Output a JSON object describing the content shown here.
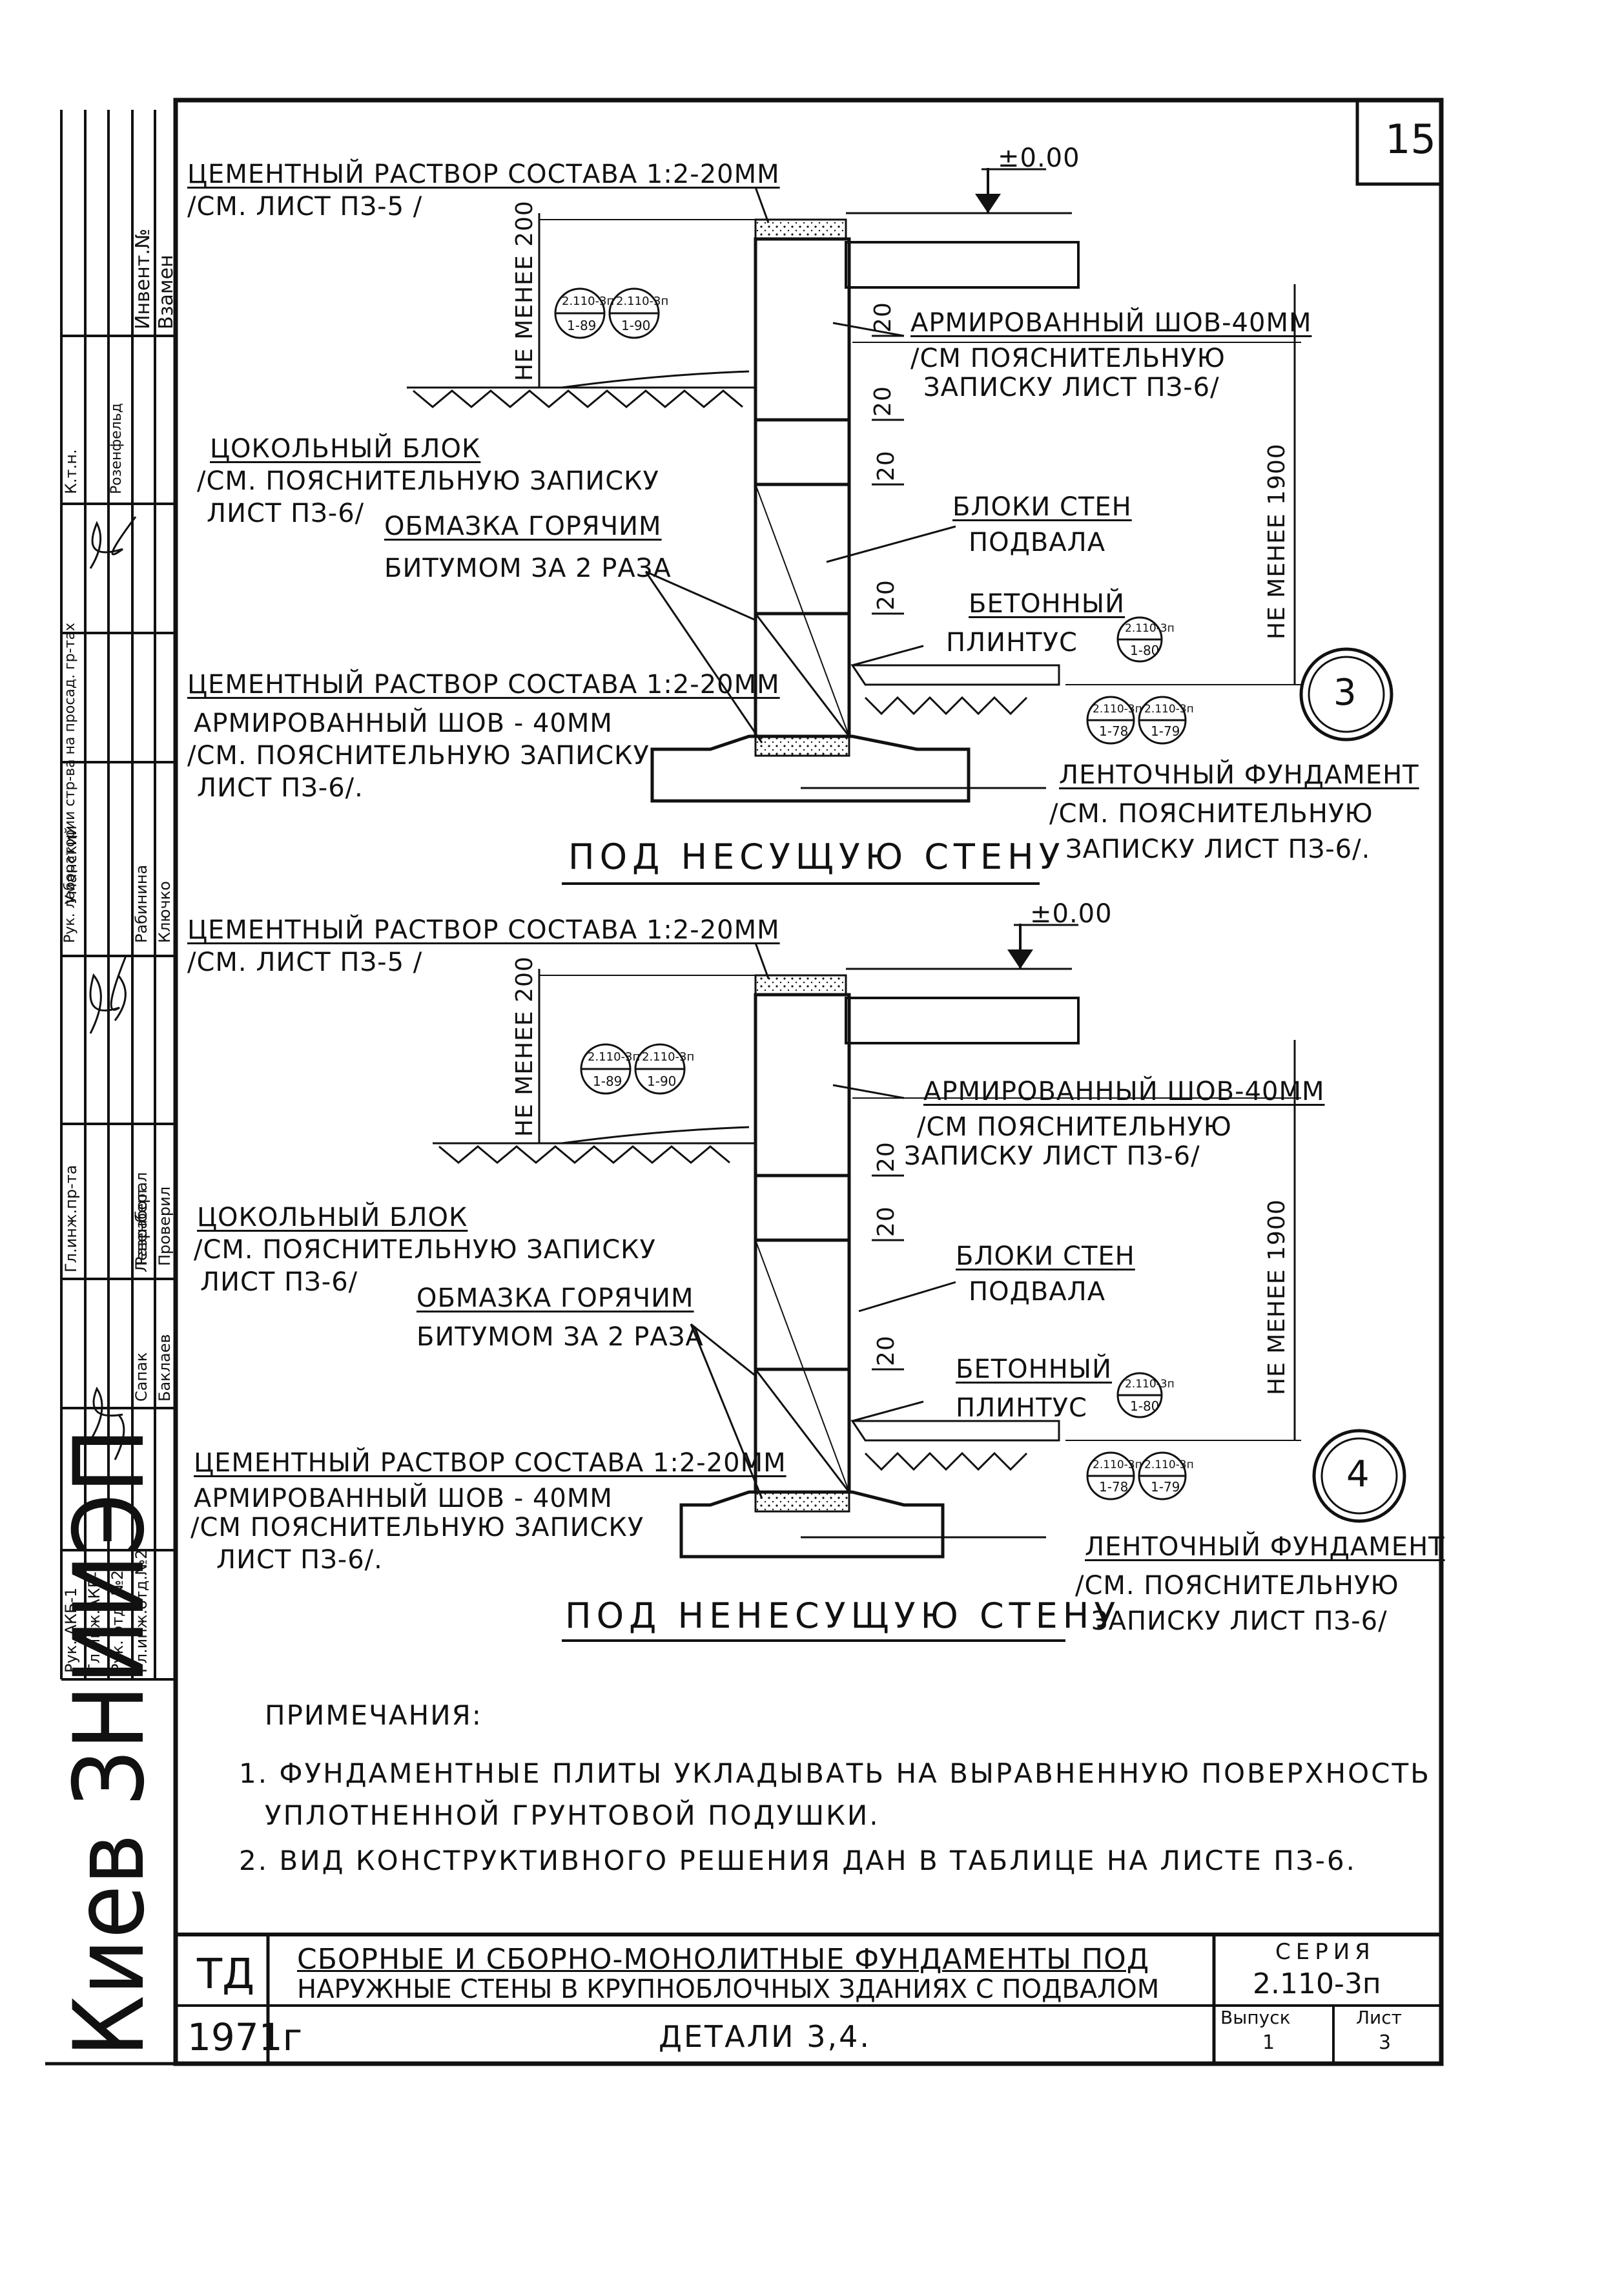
{
  "sheet_number": "15",
  "side_block": {
    "org": "Киев ЗНИИЭП",
    "left_col": [
      "Рук. АКБ-1",
      "Гл.инж.АКБ-1",
      "Рук. отд. №2",
      "Гл.инж.отд.№2"
    ],
    "mid_col": [
      "Гл.инж.пр-та",
      "Рук. лаборатории стр-ва на просад. гр-тах",
      "К.т.н."
    ],
    "names_upper": [
      "Сапак",
      "Левенберг",
      "Баклаев"
    ],
    "names_lower": [
      "Уманский",
      "Разработал",
      "Проверил",
      "Рабинина",
      "Ключко"
    ],
    "top_cells": [
      "Инвент.№",
      "Взамен",
      "Розенфельд"
    ]
  },
  "detail3": {
    "level_mark": "±0.00",
    "label_mortar_top": "ЦЕМЕНТНЫЙ РАСТВОР СОСТАВА 1:2-20ММ",
    "label_mortar_top_ref": "/СМ. ЛИСТ ПЗ-5 /",
    "dim_min_200": "НЕ МЕНЕЕ 200",
    "ref_circles_top": [
      {
        "num": "2.110-3п",
        "sheet": "1-89"
      },
      {
        "num": "2.110-3п",
        "sheet": "1-90"
      }
    ],
    "dim_20": "20",
    "label_reinforced_joint": "АРМИРОВАННЫЙ ШОВ-40ММ",
    "label_reinforced_joint_ref1": "/СМ ПОЯСНИТЕЛЬНУЮ",
    "label_reinforced_joint_ref2": "ЗАПИСКУ ЛИСТ ПЗ-6/",
    "label_plinth_block": "ЦОКОЛЬНЫЙ БЛОК",
    "label_plinth_block_ref1": "/СМ. ПОЯСНИТЕЛЬНУЮ ЗАПИСКУ",
    "label_plinth_block_ref2": "ЛИСТ ПЗ-6/",
    "label_bitumen1": "ОБМАЗКА ГОРЯЧИМ",
    "label_bitumen2": "БИТУМОМ ЗА 2 РАЗА",
    "label_wall_blocks1": "БЛОКИ СТЕН",
    "label_wall_blocks2": "ПОДВАЛА",
    "label_concrete_plinth1": "БЕТОННЫЙ",
    "label_concrete_plinth2": "ПЛИНТУС",
    "ref_circle_plinth": {
      "num": "2.110-3п",
      "sheet": "1-80"
    },
    "dim_min_1900": "НЕ МЕНЕЕ 1900",
    "detail_number": "3",
    "label_mortar_bottom": "ЦЕМЕНТНЫЙ РАСТВОР СОСТАВА 1:2-20ММ",
    "label_reinforced_bottom": "АРМИРОВАННЫЙ ШОВ - 40ММ",
    "label_reinforced_bottom_ref1": "/СМ. ПОЯСНИТЕЛЬНУЮ ЗАПИСКУ",
    "label_reinforced_bottom_ref2": "ЛИСТ ПЗ-6/.",
    "ref_circles_bottom": [
      {
        "num": "2.110-3п",
        "sheet": "1-78"
      },
      {
        "num": "2.110-3п",
        "sheet": "1-79"
      }
    ],
    "label_strip_foundation": "ЛЕНТОЧНЫЙ ФУНДАМЕНТ",
    "label_strip_foundation_ref1": "/СМ. ПОЯСНИТЕЛЬНУЮ",
    "label_strip_foundation_ref2": "ЗАПИСКУ ЛИСТ ПЗ-6/.",
    "caption": "ПОД НЕСУЩУЮ СТЕНУ"
  },
  "detail4": {
    "level_mark": "±0.00",
    "label_mortar_top": "ЦЕМЕНТНЫЙ РАСТВОР СОСТАВА 1:2-20ММ",
    "label_mortar_top_ref": "/СМ. ЛИСТ ПЗ-5 /",
    "dim_min_200": "НЕ МЕНЕЕ 200",
    "ref_circles_top": [
      {
        "num": "2.110-3п",
        "sheet": "1-89"
      },
      {
        "num": "2.110-3п",
        "sheet": "1-90"
      }
    ],
    "dim_20": "20",
    "label_reinforced_joint": "АРМИРОВАННЫЙ ШОВ-40ММ",
    "label_reinforced_joint_ref1": "/СМ ПОЯСНИТЕЛЬНУЮ",
    "label_reinforced_joint_ref2": "ЗАПИСКУ ЛИСТ ПЗ-6/",
    "label_plinth_block": "ЦОКОЛЬНЫЙ БЛОК",
    "label_plinth_block_ref1": "/СМ. ПОЯСНИТЕЛЬНУЮ ЗАПИСКУ",
    "label_plinth_block_ref2": "ЛИСТ ПЗ-6/",
    "label_bitumen1": "ОБМАЗКА ГОРЯЧИМ",
    "label_bitumen2": "БИТУМОМ ЗА 2 РАЗА",
    "label_wall_blocks1": "БЛОКИ СТЕН",
    "label_wall_blocks2": "ПОДВАЛА",
    "label_concrete_plinth1": "БЕТОННЫЙ",
    "label_concrete_plinth2": "ПЛИНТУС",
    "ref_circle_plinth": {
      "num": "2.110-3п",
      "sheet": "1-80"
    },
    "dim_min_1900": "НЕ МЕНЕЕ 1900",
    "detail_number": "4",
    "label_mortar_bottom": "ЦЕМЕНТНЫЙ РАСТВОР СОСТАВА 1:2-20ММ",
    "label_reinforced_bottom": "АРМИРОВАННЫЙ ШОВ - 40ММ",
    "label_reinforced_bottom_ref1": "/СМ ПОЯСНИТЕЛЬНУЮ ЗАПИСКУ",
    "label_reinforced_bottom_ref2": "ЛИСТ ПЗ-6/.",
    "ref_circles_bottom": [
      {
        "num": "2.110-3п",
        "sheet": "1-78"
      },
      {
        "num": "2.110-3п",
        "sheet": "1-79"
      }
    ],
    "label_strip_foundation": "ЛЕНТОЧНЫЙ ФУНДАМЕНТ",
    "label_strip_foundation_ref1": "/СМ. ПОЯСНИТЕЛЬНУЮ",
    "label_strip_foundation_ref2": "ЗАПИСКУ ЛИСТ ПЗ-6/",
    "caption": "ПОД НЕНЕСУЩУЮ СТЕНУ"
  },
  "notes": {
    "heading": "ПРИМЕЧАНИЯ:",
    "item1_line1": "1. ФУНДАМЕНТНЫЕ ПЛИТЫ УКЛАДЫВАТЬ НА ВЫРАВНЕННУЮ ПОВЕРХНОСТЬ",
    "item1_line2": "УПЛОТНЕННОЙ ГРУНТОВОЙ ПОДУШКИ.",
    "item2": "2. ВИД КОНСТРУКТИВНОГО РЕШЕНИЯ ДАН В ТАБЛИЦЕ НА ЛИСТЕ ПЗ-6."
  },
  "title_block": {
    "code": "ТД",
    "year": "1971г",
    "title_line1": "СБОРНЫЕ И СБОРНО-МОНОЛИТНЫЕ ФУНДАМЕНТЫ ПОД",
    "title_line2": "НАРУЖНЫЕ СТЕНЫ В КРУПНОБЛОЧНЫХ ЗДАНИЯХ С ПОДВАЛОМ",
    "subtitle": "ДЕТАЛИ 3,4.",
    "series_label": "СЕРИЯ",
    "series_value": "2.110-3п",
    "issue_label": "Выпуск",
    "issue_value": "1",
    "sheet_label": "Лист",
    "sheet_value": "3"
  }
}
